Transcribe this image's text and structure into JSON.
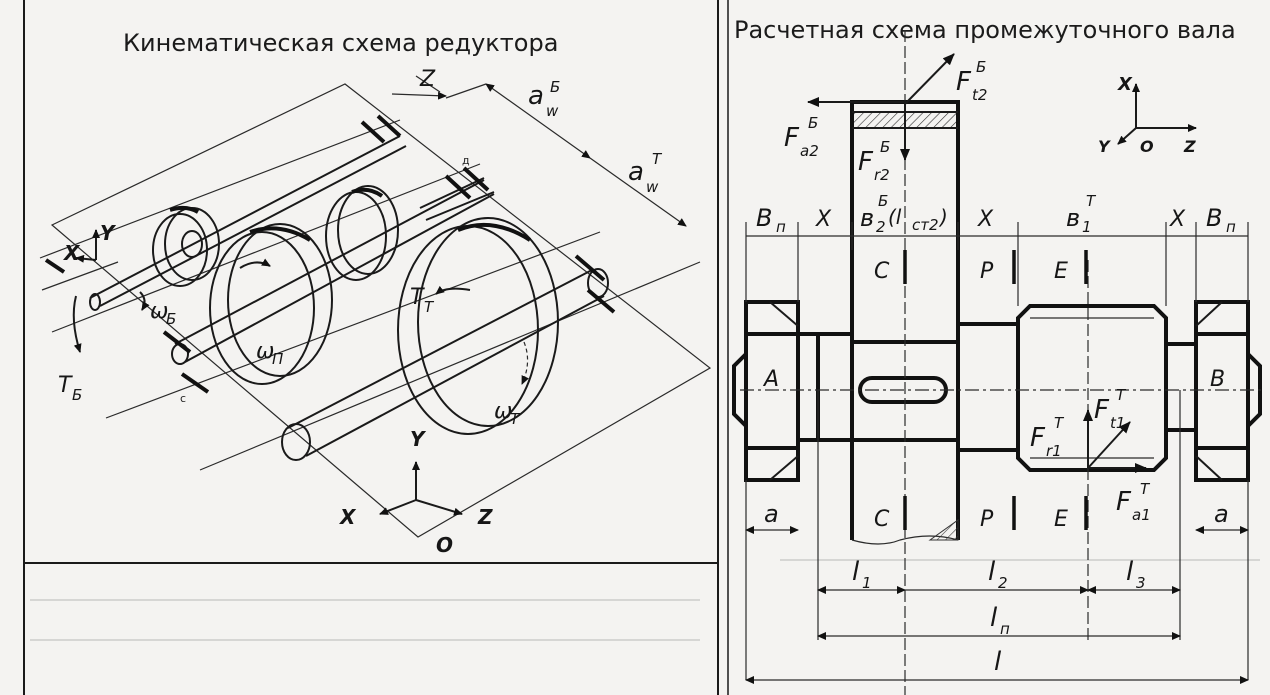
{
  "left_panel": {
    "title": "Кинематическая схема редуктора",
    "labels": {
      "z_axis": "Z",
      "aw_b": "a",
      "aw_b_sub": "w",
      "aw_b_sup": "Б",
      "aw_t": "a",
      "aw_t_sub": "w",
      "aw_t_sup": "Т",
      "x": "X",
      "y": "Y",
      "omega_b": "ω",
      "omega_b_sub": "Б",
      "omega_p": "ω",
      "omega_p_sub": "П",
      "omega_t": "ω",
      "omega_t_sub": "Т",
      "t_b": "T",
      "t_b_sub": "Б",
      "t_t": "T",
      "t_t_sub": "Т",
      "small_d": "д",
      "small_c": "с"
    },
    "axes": {
      "y": "Y",
      "x": "X",
      "z": "Z",
      "o": "O"
    }
  },
  "right_panel": {
    "title": "Расчетная схема промежуточного вала",
    "axes": {
      "x": "X",
      "y": "Y",
      "o": "O",
      "z": "Z"
    },
    "forces": {
      "ft2": "F",
      "ft2_sub": "t2",
      "ft2_sup": "Б",
      "fa2": "F",
      "fa2_sub": "a2",
      "fa2_sup": "Б",
      "fr2": "F",
      "fr2_sub": "r2",
      "fr2_sup": "Б",
      "fr1": "F",
      "fr1_sub": "r1",
      "fr1_sup": "Т",
      "ft1": "F",
      "ft1_sub": "t1",
      "ft1_sup": "Т",
      "fa1": "F",
      "fa1_sub": "a1",
      "fa1_sup": "Т"
    },
    "dims": {
      "bp_left": "B",
      "bp_left_sub": "п",
      "x1": "X",
      "b2": "в",
      "b2_sub": "2",
      "b2_sup": "Б",
      "b2_paren": "(l",
      "b2_paren_sub": "ст2",
      "b2_paren_close": ")",
      "x2": "X",
      "b1": "в",
      "b1_sub": "1",
      "b1_sup": "Т",
      "x3": "X",
      "bp_right": "B",
      "bp_right_sub": "п",
      "a_left": "a",
      "a_right": "a",
      "l1": "l",
      "l1_sub": "1",
      "l2": "l",
      "l2_sub": "2",
      "l3": "l",
      "l3_sub": "3",
      "lp": "l",
      "lp_sub": "п",
      "l": "l"
    },
    "sections": {
      "c_top": "C",
      "p_top": "P",
      "e_top": "E",
      "c_bot": "C",
      "p_bot": "P",
      "e_bot": "E"
    },
    "supports": {
      "a": "A",
      "b": "B"
    }
  }
}
